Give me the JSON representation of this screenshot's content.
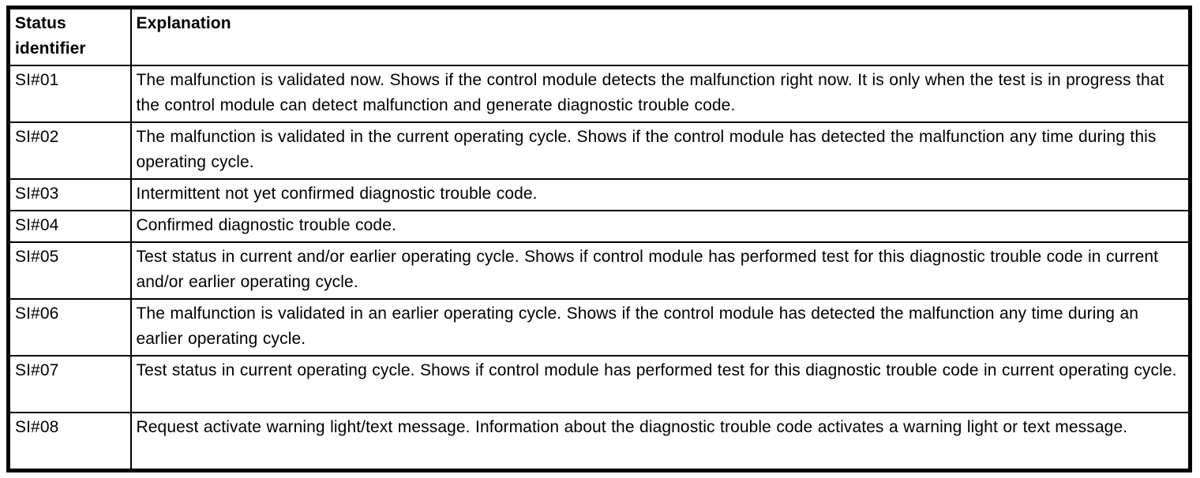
{
  "colors": {
    "border": "#000000",
    "text": "#000000",
    "background": "#ffffff"
  },
  "table": {
    "headers": {
      "status_identifier": "Status identifier",
      "explanation": "Explanation"
    },
    "rows": [
      {
        "id": "SI#01",
        "explanation": "The malfunction is validated now. Shows if the control module detects the malfunction right now. It is only when the test is in progress that the control module can detect malfunction and generate diagnostic trouble code."
      },
      {
        "id": "SI#02",
        "explanation": "The malfunction is validated in the current operating cycle. Shows if the control module has detected the malfunction any time during this operating cycle."
      },
      {
        "id": "SI#03",
        "explanation": "Intermittent not yet confirmed diagnostic trouble code."
      },
      {
        "id": "SI#04",
        "explanation": "Confirmed diagnostic trouble code."
      },
      {
        "id": "SI#05",
        "explanation": "Test status in current and/or earlier operating cycle. Shows if control module has performed test for this diagnostic trouble code in current and/or earlier operating cycle."
      },
      {
        "id": "SI#06",
        "explanation": "The malfunction is validated in an earlier operating cycle. Shows if the control module has detected the malfunction any time during an earlier operating cycle."
      },
      {
        "id": "SI#07",
        "explanation": "Test status in current operating cycle. Shows if control module has performed test for this diagnostic trouble code in current operating cycle."
      },
      {
        "id": "SI#08",
        "explanation": "Request activate warning light/text message. Information about the diagnostic trouble code activates a warning light or text message."
      }
    ]
  }
}
